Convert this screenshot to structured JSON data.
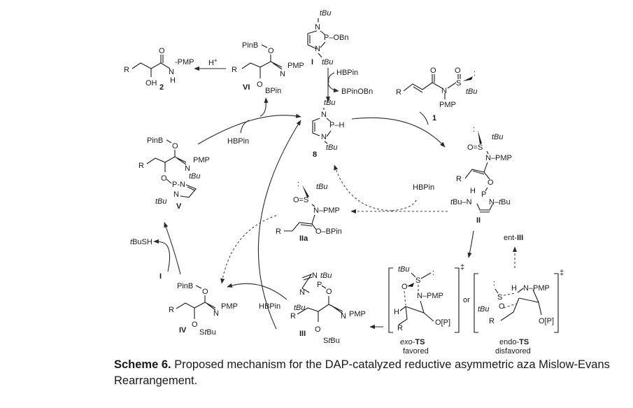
{
  "caption": {
    "label": "Scheme 6.",
    "text": " Proposed mechanism for the DAP-catalyzed reductive asymmetric aza Mislow-Evans Rearrangement."
  },
  "compounds": {
    "catalyst_precursor": {
      "label": "I",
      "groups": [
        "tBu",
        "N",
        "P",
        "OBn",
        "N",
        "tBu"
      ]
    },
    "catalyst_8": {
      "label": "8",
      "groups": [
        "tBu",
        "N",
        "P",
        "H",
        "N",
        "tBu"
      ]
    },
    "substrate_1": {
      "label": "1",
      "groups": [
        "R",
        "O",
        "N",
        "PMP",
        "O",
        "S",
        "tBu"
      ]
    },
    "intermediate_II": {
      "label": "II",
      "groups": [
        "O",
        "S",
        "tBu",
        "N",
        "PMP",
        "R",
        "O",
        "H",
        "P",
        "tBu",
        "N",
        "N",
        "tBu"
      ]
    },
    "intermediate_IIa": {
      "label": "IIa",
      "groups": [
        "O",
        "S",
        "tBu",
        "N",
        "PMP",
        "R",
        "O",
        "BPin"
      ]
    },
    "intermediate_III": {
      "label": "III",
      "groups": [
        "N",
        "tBu",
        "P",
        "O",
        "N",
        "tBu",
        "R",
        "N",
        "PMP",
        "O",
        "StBu"
      ]
    },
    "intermediate_IV": {
      "label": "IV",
      "groups": [
        "PinB",
        "O",
        "R",
        "N",
        "PMP",
        "O",
        "StBu"
      ]
    },
    "intermediate_V": {
      "label": "V",
      "groups": [
        "PinB",
        "O",
        "R",
        "N",
        "PMP",
        "O",
        "P",
        "N",
        "tBu",
        "N",
        "tBu"
      ]
    },
    "intermediate_VI": {
      "label": "VI",
      "groups": [
        "PinB",
        "O",
        "R",
        "N",
        "PMP",
        "O",
        "BPin"
      ]
    },
    "product_2": {
      "label": "2",
      "groups": [
        "R",
        "OH",
        "O",
        "N",
        "H",
        "PMP"
      ]
    },
    "exo_ts": {
      "label_prefix": "exo-",
      "label_bold": "TS",
      "note": "favored",
      "groups": [
        "tBu",
        "S",
        "O",
        "N",
        "PMP",
        "H",
        "R",
        "O[P]"
      ],
      "dagger": "‡"
    },
    "endo_ts": {
      "label_prefix": "endo-",
      "label_bold": "TS",
      "note": "disfavored",
      "groups": [
        "S",
        "O",
        "tBu",
        "H",
        "N",
        "PMP",
        "R",
        "O[P]"
      ],
      "dagger": "‡"
    },
    "ent_III": {
      "label": "ent-III"
    }
  },
  "reagents": {
    "hbpin": "HBPin",
    "bpinobn": "BPinOBn",
    "acid": "H",
    "acid_sup": "+",
    "tbush": "tBuSH",
    "cat_I": "I",
    "or": "or"
  }
}
